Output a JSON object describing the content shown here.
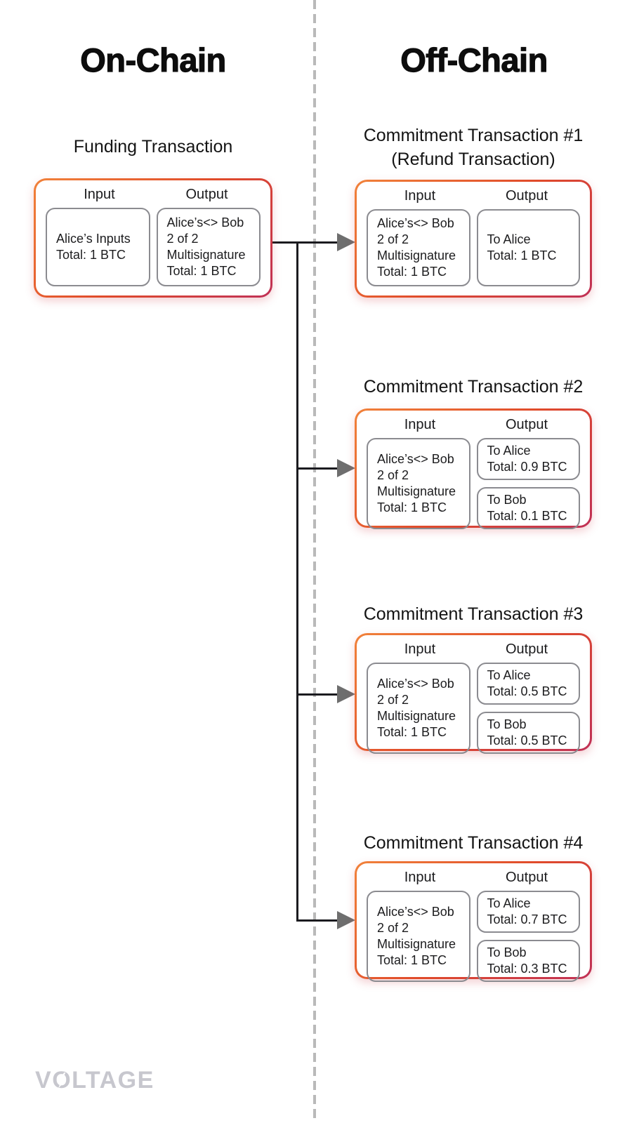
{
  "colors": {
    "accent_gradient_start": "#F1823A",
    "accent_gradient_mid": "#E04A2A",
    "accent_gradient_end": "#C03156",
    "cell_border": "#8B8B90",
    "divider": "#B9B9B9",
    "connector_line": "#1B1B1F",
    "arrowhead": "#6E6E6E",
    "text": "#1C1C1E",
    "logo": "#C7C7CE"
  },
  "headers": {
    "on_chain": "On-Chain",
    "off_chain": "Off-Chain"
  },
  "funding": {
    "title": "Funding Transaction",
    "input_label": "Input",
    "output_label": "Output",
    "input": {
      "lines": [
        "Alice’s Inputs",
        "Total: 1 BTC"
      ]
    },
    "output": {
      "lines": [
        "Alice’s<> Bob",
        "2 of 2",
        "Multisignature",
        "Total: 1 BTC"
      ]
    }
  },
  "commitments": [
    {
      "title": "Commitment Transaction #1",
      "subtitle": "(Refund Transaction)",
      "input_label": "Input",
      "output_label": "Output",
      "input": {
        "lines": [
          "Alice’s<> Bob",
          "2 of 2",
          "Multisignature",
          "Total: 1 BTC"
        ]
      },
      "outputs": [
        {
          "lines": [
            "To Alice",
            "Total: 1 BTC"
          ]
        }
      ]
    },
    {
      "title": "Commitment Transaction #2",
      "input_label": "Input",
      "output_label": "Output",
      "input": {
        "lines": [
          "Alice’s<> Bob",
          "2 of 2",
          "Multisignature",
          "Total: 1 BTC"
        ]
      },
      "outputs": [
        {
          "lines": [
            "To Alice",
            "Total: 0.9 BTC"
          ]
        },
        {
          "lines": [
            "To Bob",
            "Total: 0.1 BTC"
          ]
        }
      ]
    },
    {
      "title": "Commitment Transaction #3",
      "input_label": "Input",
      "output_label": "Output",
      "input": {
        "lines": [
          "Alice’s<> Bob",
          "2 of 2",
          "Multisignature",
          "Total: 1 BTC"
        ]
      },
      "outputs": [
        {
          "lines": [
            "To Alice",
            "Total: 0.5 BTC"
          ]
        },
        {
          "lines": [
            "To Bob",
            "Total: 0.5 BTC"
          ]
        }
      ]
    },
    {
      "title": "Commitment Transaction #4",
      "input_label": "Input",
      "output_label": "Output",
      "input": {
        "lines": [
          "Alice’s<> Bob",
          "2 of 2",
          "Multisignature",
          "Total: 1 BTC"
        ]
      },
      "outputs": [
        {
          "lines": [
            "To Alice",
            "Total: 0.7 BTC"
          ]
        },
        {
          "lines": [
            "To Bob",
            "Total: 0.3 BTC"
          ]
        }
      ]
    }
  ],
  "logo": {
    "v": "V",
    "o": "O",
    "rest": "LTAGE"
  }
}
